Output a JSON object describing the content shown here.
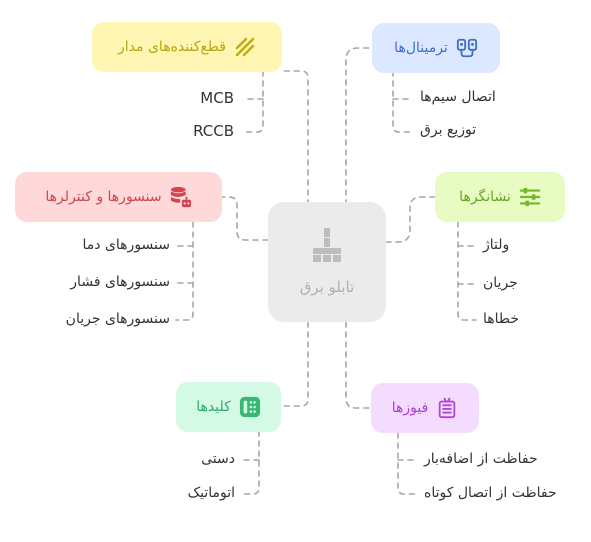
{
  "center": {
    "label": "تابلو برق"
  },
  "branches": {
    "breakers": {
      "label": "قطع‌کننده‌های مدار",
      "icon": "slashed-lines-icon",
      "color": "#b8a510",
      "bg": "#fff6b3",
      "items": [
        "MCB",
        "RCCB"
      ]
    },
    "terminals": {
      "label": "ترمینال‌ها",
      "icon": "terminal-connector-icon",
      "color": "#3f6fc6",
      "bg": "#dce8ff",
      "items": [
        "اتصال سیم‌ها",
        "توزیع برق"
      ]
    },
    "sensors": {
      "label": "سنسورها و کنترلرها",
      "icon": "database-robot-icon",
      "color": "#d2444f",
      "bg": "#ffd9d9",
      "items": [
        "سنسورهای دما",
        "سنسورهای فشار",
        "سنسورهای جریان"
      ]
    },
    "indicators": {
      "label": "نشانگرها",
      "icon": "sliders-icon",
      "color": "#67a523",
      "bg": "#e7fbc2",
      "items": [
        "ولتاژ",
        "جریان",
        "خطاها"
      ]
    },
    "keys": {
      "label": "کلیدها",
      "icon": "switch-keypad-icon",
      "color": "#2eab68",
      "bg": "#d4fae6",
      "items": [
        "دستی",
        "اتوماتیک"
      ]
    },
    "fuses": {
      "label": "فیوزها",
      "icon": "fuse-icon",
      "color": "#ad3ed3",
      "bg": "#f4dcff",
      "items": [
        "حفاظت از اضافه‌بار",
        "حفاظت از اتصال کوتاه"
      ]
    }
  }
}
